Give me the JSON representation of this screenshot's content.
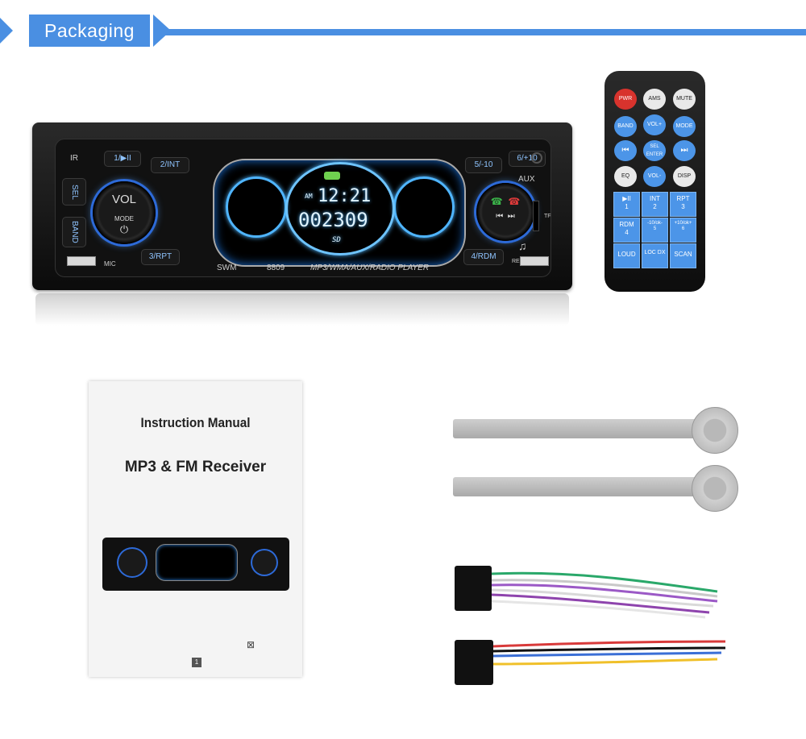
{
  "header": {
    "title": "Packaging",
    "accent_color": "#4a8fe2"
  },
  "head_unit": {
    "brand": "SWM",
    "model": "8809",
    "tagline": "MP3/WMA/AUX/RADIO PLAYER",
    "knob_left": {
      "label": "VOL",
      "sub": "MODE"
    },
    "clock": "12:21",
    "counter": "002309",
    "am_label": "AM",
    "sd_label": "SD",
    "ir_label": "IR",
    "aux_label": "AUX",
    "tf_label": "TF",
    "mic_label": "MIC",
    "res_label": "RES",
    "buttons": {
      "b1": "1/▶II",
      "b2": "2/INT",
      "b3": "3/RPT",
      "b4": "4/RDM",
      "b5": "5/-10",
      "b6": "6/+10",
      "sel": "SEL",
      "band": "BAND"
    }
  },
  "remote": {
    "row1": [
      "PWR",
      "AMS",
      "MUTE"
    ],
    "row2": [
      "BAND",
      "VOL+",
      "MODE"
    ],
    "row3": [
      "⏮",
      "SEL ENTER",
      "⏭"
    ],
    "row4": [
      "EQ",
      "VOL-",
      "DISP"
    ],
    "grid": [
      {
        "top": "▶II",
        "bottom": "1"
      },
      {
        "top": "INT",
        "bottom": "2"
      },
      {
        "top": "RPT",
        "bottom": "3"
      },
      {
        "top": "RDM",
        "bottom": "4"
      },
      {
        "top": "-10/ok-",
        "bottom": "5"
      },
      {
        "top": "+10/ok+",
        "bottom": "6"
      },
      {
        "top": "LOUD",
        "bottom": ""
      },
      {
        "top": "LOC DX",
        "bottom": ""
      },
      {
        "top": "SCAN",
        "bottom": ""
      }
    ]
  },
  "manual": {
    "title": "Instruction  Manual",
    "subtitle": "MP3 & FM Receiver",
    "page_number": "1"
  }
}
